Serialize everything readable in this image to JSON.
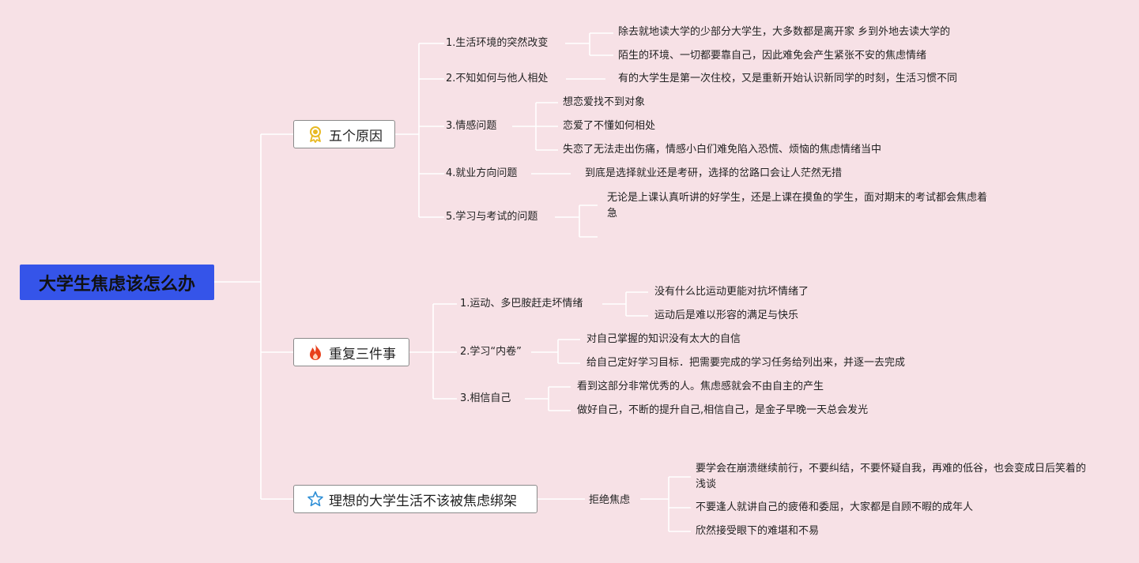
{
  "root": {
    "title": "大学生焦虑该怎么办"
  },
  "branches": [
    {
      "label": "五个原因",
      "icon": "award-ribbon-icon",
      "items": [
        {
          "label": "1.生活环境的突然改变",
          "details": [
            "除去就地读大学的少部分大学生，大多数都是离开家 乡到外地去读大学的",
            "陌生的环境、一切都要靠自己，因此难免会产生紧张不安的焦虑情绪"
          ]
        },
        {
          "label": "2.不知如何与他人相处",
          "details": [
            "有的大学生是第一次住校，又是重新开始认识新同学的时刻，生活习惯不同"
          ]
        },
        {
          "label": "3.情感问题",
          "details": [
            "想恋爱找不到对象",
            "恋爱了不懂如何相处",
            "失恋了无法走出伤痛，情感小白们难免陷入恐慌、烦恼的焦虑情绪当中"
          ]
        },
        {
          "label": "4.就业方向问题",
          "details": [
            "到底是选择就业还是考研，选择的岔路口会让人茫然无措"
          ]
        },
        {
          "label": "5.学习与考试的问题",
          "details": [
            "无论是上课认真听讲的好学生，还是上课在摸鱼的学生，面对期末的考试都会焦虑着急"
          ]
        }
      ]
    },
    {
      "label": "重复三件事",
      "icon": "fire-icon",
      "items": [
        {
          "label": "1.运动、多巴胺赶走坏情绪",
          "details": [
            "没有什么比运动更能对抗坏情绪了",
            "运动后是难以形容的满足与快乐"
          ]
        },
        {
          "label": "2.学习“内卷”",
          "details": [
            "对自己掌握的知识没有太大的自信",
            "给自己定好学习目标．把需要完成的学习任务给列出来，并逐一去完成"
          ]
        },
        {
          "label": "3.相信自己",
          "details": [
            "看到这部分非常优秀的人。焦虑感就会不由自主的产生",
            "做好自己，不断的提升自己,相信自己，是金子早晚一天总会发光"
          ]
        }
      ]
    },
    {
      "label": "理想的大学生活不该被焦虑绑架",
      "icon": "star-outline-icon",
      "items": [
        {
          "label": "拒绝焦虑",
          "details": [
            "要学会在崩溃继续前行，不要纠结，不要怀疑自我，再难的低谷，也会变成日后笑着的浅谈",
            "不要逢人就讲自己的疲倦和委屈，大家都是自顾不暇的成年人",
            "欣然接受眼下的难堪和不易"
          ]
        }
      ]
    }
  ],
  "colors": {
    "background": "#f7e1e6",
    "root_fill": "#3554e9",
    "connector": "#ffffff",
    "branch_border": "#8a8a8a",
    "award_icon": "#e8b923",
    "fire_icon": "#e8401c",
    "star_icon": "#2f8fd6"
  }
}
